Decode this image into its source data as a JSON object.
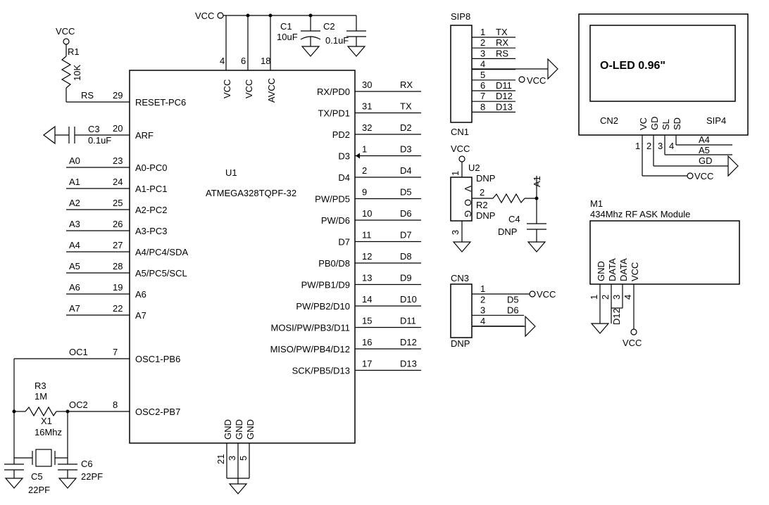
{
  "u1": {
    "ref": "U1",
    "part": "ATMEGA328TQPF-32",
    "left_pins": [
      {
        "net": "RS",
        "num": "29",
        "name": "RESET-PC6"
      },
      {
        "net": "",
        "num": "20",
        "name": "ARF"
      },
      {
        "net": "A0",
        "num": "23",
        "name": "A0-PC0"
      },
      {
        "net": "A1",
        "num": "24",
        "name": "A1-PC1"
      },
      {
        "net": "A2",
        "num": "25",
        "name": "A2-PC2"
      },
      {
        "net": "A3",
        "num": "26",
        "name": "A3-PC3"
      },
      {
        "net": "A4",
        "num": "27",
        "name": "A4/PC4/SDA"
      },
      {
        "net": "A5",
        "num": "28",
        "name": "A5/PC5/SCL"
      },
      {
        "net": "A6",
        "num": "19",
        "name": "A6"
      },
      {
        "net": "A7",
        "num": "22",
        "name": "A7"
      },
      {
        "net": "OC1",
        "num": "7",
        "name": "OSC1-PB6"
      },
      {
        "net": "OC2",
        "num": "8",
        "name": "OSC2-PB7"
      }
    ],
    "right_pins": [
      {
        "net": "RX",
        "num": "30",
        "name": "RX/PD0"
      },
      {
        "net": "TX",
        "num": "31",
        "name": "TX/PD1"
      },
      {
        "net": "D2",
        "num": "32",
        "name": "PD2"
      },
      {
        "net": "D3",
        "num": "1",
        "name": "D3"
      },
      {
        "net": "D4",
        "num": "2",
        "name": "D4"
      },
      {
        "net": "D5",
        "num": "9",
        "name": "PW/PD5"
      },
      {
        "net": "D6",
        "num": "10",
        "name": "PW/D6"
      },
      {
        "net": "D7",
        "num": "11",
        "name": "D7"
      },
      {
        "net": "D8",
        "num": "12",
        "name": "PB0/D8"
      },
      {
        "net": "D9",
        "num": "13",
        "name": "PW/PB1/D9"
      },
      {
        "net": "D10",
        "num": "14",
        "name": "PW/PB2/D10"
      },
      {
        "net": "D11",
        "num": "15",
        "name": "MOSI/PW/PB3/D11"
      },
      {
        "net": "D12",
        "num": "16",
        "name": "MISO/PW/PB4/D12"
      },
      {
        "net": "D13",
        "num": "17",
        "name": "SCK/PB5/D13"
      }
    ],
    "top_pins": [
      {
        "num": "4",
        "name": "VCC"
      },
      {
        "num": "6",
        "name": "VCC"
      },
      {
        "num": "18",
        "name": "AVCC"
      }
    ],
    "bottom_pins": [
      {
        "num": "21",
        "name": "GND"
      },
      {
        "num": "3",
        "name": "GND"
      },
      {
        "num": "5",
        "name": "GND"
      }
    ]
  },
  "power": {
    "vcc": "VCC"
  },
  "r1": {
    "ref": "R1",
    "value": "10K",
    "net": "RS"
  },
  "c1": {
    "ref": "C1",
    "value": "10uF"
  },
  "c2": {
    "ref": "C2",
    "value": "0.1uF"
  },
  "c3": {
    "ref": "C3",
    "value": "0.1uF"
  },
  "r3": {
    "ref": "R3",
    "value": "1M"
  },
  "x1": {
    "ref": "X1",
    "value": "16Mhz"
  },
  "c5": {
    "ref": "C5",
    "value": "22PF"
  },
  "c6": {
    "ref": "C6",
    "value": "22PF"
  },
  "cn1": {
    "ref": "CN1",
    "type": "SIP8",
    "pins": [
      {
        "num": "1",
        "net": "TX"
      },
      {
        "num": "2",
        "net": "RX"
      },
      {
        "num": "3",
        "net": "RS"
      },
      {
        "num": "4",
        "net": ""
      },
      {
        "num": "5",
        "net": "VCC"
      },
      {
        "num": "6",
        "net": "D11"
      },
      {
        "num": "7",
        "net": "D12"
      },
      {
        "num": "8",
        "net": "D13"
      }
    ]
  },
  "oled": {
    "title": "O-LED 0.96\"",
    "ref": "CN2",
    "type": "SIP4",
    "pin_names": [
      "VC",
      "GD",
      "SL",
      "SD"
    ],
    "pins": [
      {
        "num": "1",
        "net": "VCC"
      },
      {
        "num": "2",
        "net": "GD"
      },
      {
        "num": "3",
        "net": "A5"
      },
      {
        "num": "4",
        "net": "A4"
      }
    ]
  },
  "u2": {
    "ref": "U2",
    "value": "DNP",
    "pin_labels": [
      "V",
      "O",
      "G"
    ],
    "pins": [
      "1",
      "2",
      "3"
    ],
    "net": "A1"
  },
  "r2": {
    "ref": "R2",
    "value": "DNP"
  },
  "c4": {
    "ref": "C4",
    "value": "DNP"
  },
  "cn3": {
    "ref": "CN3",
    "value": "DNP",
    "pins": [
      {
        "num": "1",
        "net": "VCC"
      },
      {
        "num": "2",
        "net": "D5"
      },
      {
        "num": "3",
        "net": "D6"
      },
      {
        "num": "4",
        "net": ""
      }
    ]
  },
  "m1": {
    "ref": "M1",
    "title": "434Mhz RF ASK Module",
    "pin_names": [
      "GND",
      "DATA",
      "DATA",
      "VCC"
    ],
    "pins": [
      "1",
      "2",
      "3",
      "4"
    ],
    "net": "D12"
  }
}
